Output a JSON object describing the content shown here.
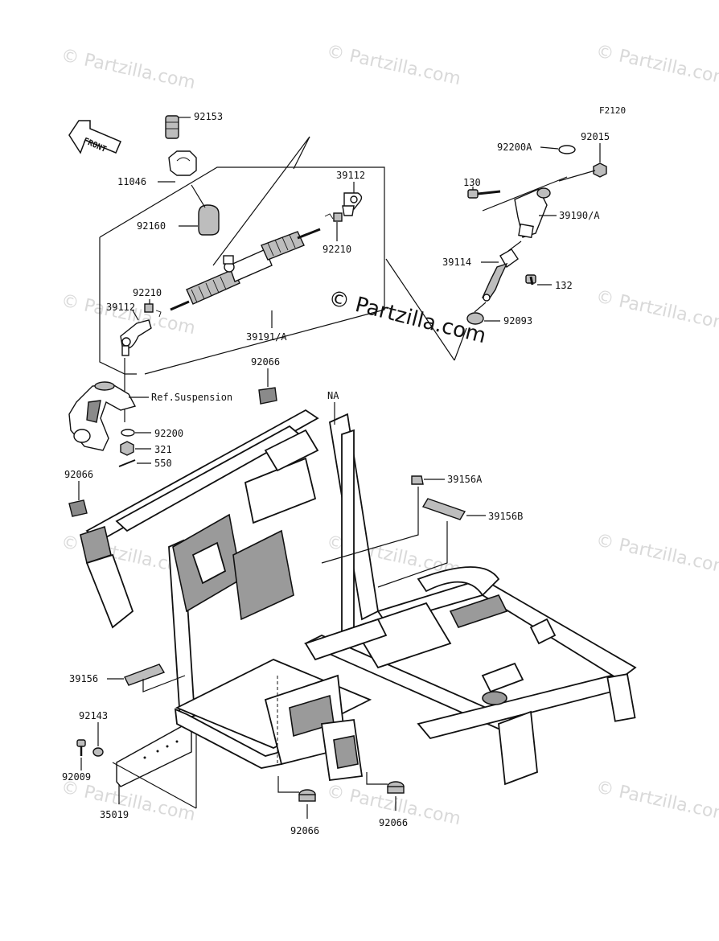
{
  "figure_code": "F2120",
  "front_label": "FRONT",
  "watermark_text": "© Partzilla.com",
  "center_watermark_text": "© Partzilla.com",
  "ref_text": "Ref.Suspension",
  "na_text": "NA",
  "parts": {
    "p92153": "92153",
    "p11046": "11046",
    "p92160": "92160",
    "p39112_top": "39112",
    "p92210_top": "92210",
    "p92210_left": "92210",
    "p39112_left": "39112",
    "p39191A": "39191/A",
    "p92066_top": "92066",
    "p92200": "92200",
    "p321": "321",
    "p550": "550",
    "p92066_left": "92066",
    "p92200A": "92200A",
    "p92015": "92015",
    "p130": "130",
    "p39190A": "39190/A",
    "p39114": "39114",
    "p132": "132",
    "p92093": "92093",
    "p39156A": "39156A",
    "p39156B": "39156B",
    "p39156": "39156",
    "p92143": "92143",
    "p92009": "92009",
    "p35019": "35019",
    "p92066_bl": "92066",
    "p92066_br": "92066"
  },
  "colors": {
    "line": "#111111",
    "watermark": "#d9d9d9",
    "shade_light": "#bdbdbd",
    "shade_dark": "#8a8a8a"
  }
}
